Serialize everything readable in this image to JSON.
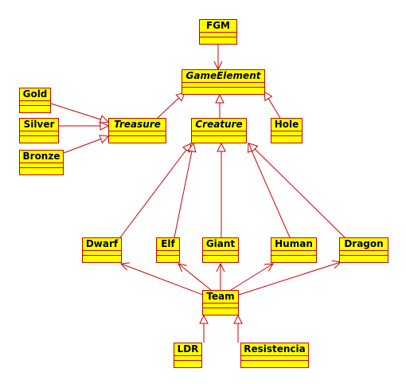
{
  "diagram": {
    "line_color": "#cc0000",
    "fill_color": "#ffff00",
    "classes": [
      {
        "id": "fgm",
        "name": "FGM",
        "abstract": false
      },
      {
        "id": "gameelement",
        "name": "GameElement",
        "abstract": true
      },
      {
        "id": "treasure",
        "name": "Treasure",
        "abstract": true
      },
      {
        "id": "creature",
        "name": "Creature",
        "abstract": true
      },
      {
        "id": "hole",
        "name": "Hole",
        "abstract": false
      },
      {
        "id": "gold",
        "name": "Gold",
        "abstract": false
      },
      {
        "id": "silver",
        "name": "Silver",
        "abstract": false
      },
      {
        "id": "bronze",
        "name": "Bronze",
        "abstract": false
      },
      {
        "id": "dwarf",
        "name": "Dwarf",
        "abstract": false
      },
      {
        "id": "elf",
        "name": "Elf",
        "abstract": false
      },
      {
        "id": "giant",
        "name": "Giant",
        "abstract": false
      },
      {
        "id": "human",
        "name": "Human",
        "abstract": false
      },
      {
        "id": "dragon",
        "name": "Dragon",
        "abstract": false
      },
      {
        "id": "team",
        "name": "Team",
        "abstract": false
      },
      {
        "id": "ldr",
        "name": "LDR",
        "abstract": false
      },
      {
        "id": "resistencia",
        "name": "Resistencia",
        "abstract": false
      }
    ],
    "relations": [
      {
        "from": "fgm",
        "to": "gameelement",
        "kind": "association"
      },
      {
        "from": "treasure",
        "to": "gameelement",
        "kind": "generalization"
      },
      {
        "from": "creature",
        "to": "gameelement",
        "kind": "generalization"
      },
      {
        "from": "hole",
        "to": "gameelement",
        "kind": "generalization"
      },
      {
        "from": "gold",
        "to": "treasure",
        "kind": "generalization"
      },
      {
        "from": "silver",
        "to": "treasure",
        "kind": "generalization"
      },
      {
        "from": "bronze",
        "to": "treasure",
        "kind": "generalization"
      },
      {
        "from": "dwarf",
        "to": "creature",
        "kind": "generalization"
      },
      {
        "from": "elf",
        "to": "creature",
        "kind": "generalization"
      },
      {
        "from": "giant",
        "to": "creature",
        "kind": "generalization"
      },
      {
        "from": "human",
        "to": "creature",
        "kind": "generalization"
      },
      {
        "from": "dragon",
        "to": "creature",
        "kind": "generalization"
      },
      {
        "from": "team",
        "to": "dwarf",
        "kind": "association"
      },
      {
        "from": "team",
        "to": "elf",
        "kind": "association"
      },
      {
        "from": "team",
        "to": "giant",
        "kind": "association"
      },
      {
        "from": "team",
        "to": "human",
        "kind": "association"
      },
      {
        "from": "team",
        "to": "dragon",
        "kind": "association"
      },
      {
        "from": "ldr",
        "to": "team",
        "kind": "generalization"
      },
      {
        "from": "resistencia",
        "to": "team",
        "kind": "generalization"
      }
    ]
  }
}
